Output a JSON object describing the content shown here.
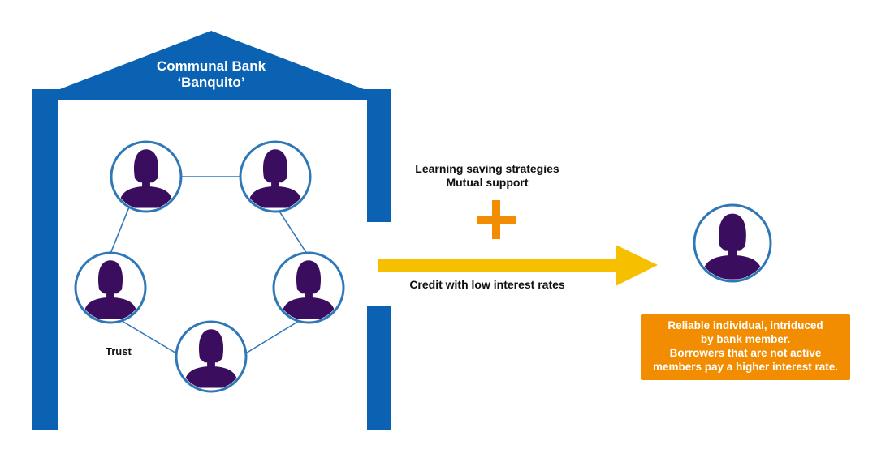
{
  "bank": {
    "title_line1": "Communal Bank",
    "title_line2": "‘Banquito’",
    "members": [
      "member",
      "member",
      "member",
      "member",
      "member"
    ]
  },
  "trust_label": "Trust",
  "benefits": {
    "line1": "Learning saving strategies",
    "line2": "Mutual support"
  },
  "credit_label": "Credit with low interest rates",
  "borrower": {
    "info_lines": [
      "Reliable individual, intriduced",
      "by bank member.",
      "Borrowers that are not active",
      "members pay a higher interest rate."
    ]
  },
  "colors": {
    "bank_blue": "#0b62b3",
    "person_purple": "#3a0d5e",
    "circle_border": "#2f78b8",
    "plus_orange": "#f28c00",
    "arrow_yellow": "#f6c000",
    "box_orange": "#f28c00"
  },
  "icons": {
    "member": "person-silhouette-icon",
    "plus": "plus-icon",
    "arrow": "right-arrow-icon"
  }
}
